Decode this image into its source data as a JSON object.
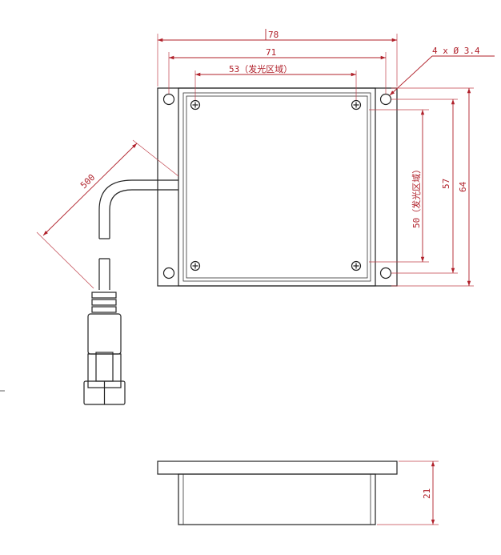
{
  "colors": {
    "outline": "#222222",
    "dimension": "#b0202a"
  },
  "dimensions": {
    "overall_width": "78",
    "hole_spacing_width": "71",
    "emitting_width": "53（发光区域）",
    "hole_callout": "4 x Ø 3.4",
    "cable_length": "500",
    "emitting_height": "50（发光区域）",
    "hole_spacing_height": "57",
    "overall_height": "64",
    "thickness": "21"
  }
}
